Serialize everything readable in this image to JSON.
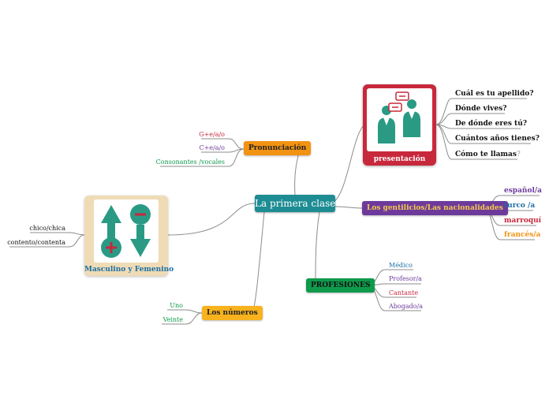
{
  "central": {
    "label": "La primera clase",
    "color": "#1d8c93"
  },
  "topics": {
    "pronunciacion": {
      "label": "Pronunciación",
      "bg": "#f29312",
      "fg": "#222222"
    },
    "presentacion": {
      "label": "presentación",
      "bg": "#c8283c",
      "fg": "#ffffff",
      "icon": "two-people-chat-icon"
    },
    "gentilicios": {
      "label": "Los gentilicios/Las nacionalidades",
      "bg": "#6d3a9c",
      "fg": "#f6c94a"
    },
    "profesiones": {
      "label": "PROFESIONES",
      "bg": "#0f9a4c",
      "fg": "#111111"
    },
    "numeros": {
      "label": "Los números",
      "bg": "#f7b21d",
      "fg": "#222222"
    },
    "masculino": {
      "label": "Masculino y Femenino",
      "bg": "#efdcb6",
      "fg": "#1d6fa5",
      "icon": "up-down-arrows-plus-minus-icon"
    }
  },
  "leaves": {
    "pronunciacion": [
      {
        "text": "G+e/a/o",
        "color": "#c8283c"
      },
      {
        "text": "C+e/a/o",
        "color": "#6d3a9c"
      },
      {
        "text": "Consonantes /vocales",
        "color": "#0f9a4c"
      }
    ],
    "presentacion": [
      {
        "text": "Cuál es tu apellido?",
        "color": "#111111"
      },
      {
        "text": "Dónde vives?",
        "color": "#111111"
      },
      {
        "text": "De dónde eres tú?",
        "color": "#111111"
      },
      {
        "text": "Cuántos años tienes?",
        "color": "#111111"
      },
      {
        "text": "Cómo te llamas",
        "color": "#111111",
        "suffix": "?",
        "suffix_color": "#9a9a9a"
      }
    ],
    "gentilicios": [
      {
        "text": "español/a",
        "color": "#6d3a9c"
      },
      {
        "text": "turco /a",
        "color": "#1d6fa5"
      },
      {
        "text": "marroquí",
        "color": "#c8283c"
      },
      {
        "text": "francés/a",
        "color": "#f29312"
      }
    ],
    "profesiones": [
      {
        "text": "Médico",
        "color": "#1d6fa5"
      },
      {
        "text": "Profesor/a",
        "color": "#6d3a9c"
      },
      {
        "text": "Cantante",
        "color": "#c8283c"
      },
      {
        "text": "Abogado/a",
        "color": "#6d3a9c"
      }
    ],
    "numeros": [
      {
        "text": "Uno",
        "color": "#0f9a4c"
      },
      {
        "text": "Veinte",
        "color": "#0f9a4c"
      }
    ],
    "masculino": [
      {
        "text": "chico/chica",
        "color": "#111111"
      },
      {
        "text": "contento/contenta",
        "color": "#111111"
      }
    ]
  }
}
